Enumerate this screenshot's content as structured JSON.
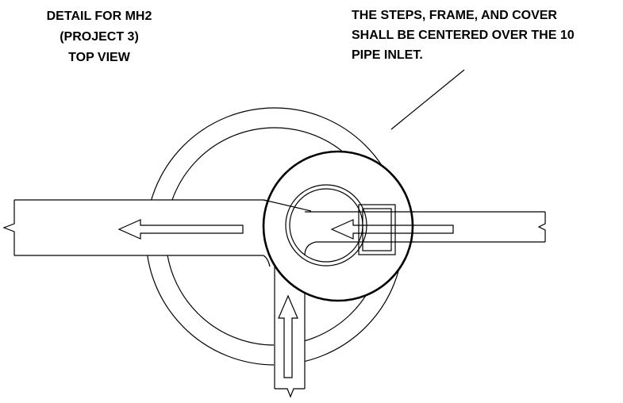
{
  "title": {
    "line1": "DETAIL FOR MH2",
    "line2": "(PROJECT 3)",
    "line3": "TOP VIEW"
  },
  "note": {
    "line1": "THE STEPS, FRAME, AND COVER",
    "line2": "SHALL BE CENTERED OVER THE 10",
    "line3": "PIPE INLET."
  },
  "colors": {
    "ink": "#000000",
    "paper": "#ffffff"
  }
}
